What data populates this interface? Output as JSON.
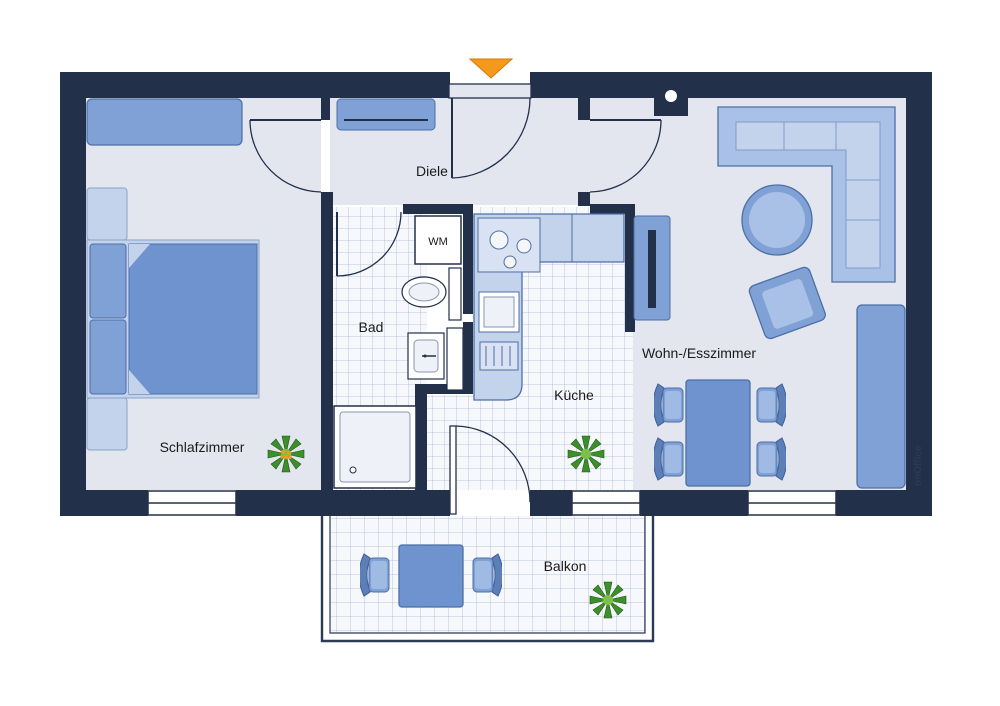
{
  "rooms": {
    "diele": "Diele",
    "schlafzimmer": "Schlafzimmer",
    "bad": "Bad",
    "kueche": "Küche",
    "wohnen": "Wohn-/Esszimmer",
    "balkon": "Balkon"
  },
  "appliances": {
    "washing_machine": "WM"
  },
  "logo": {
    "text": "onOffice"
  },
  "icons": {
    "entrance": "entrance-arrow-icon",
    "plant": "potted-plant-icon",
    "stove": "stove-icon"
  },
  "colors": {
    "wall": "#23304a",
    "floor": "#e3e6ee",
    "tile": "#f7f8fb",
    "tile_grid": "#a9b6d6",
    "furniture": "#7fa1d6",
    "furniture_dark": "#5d7fb8",
    "furniture_light": "#c3d3ec",
    "entrance_arrow": "#f39a1d",
    "plant": "#3a8a2a"
  }
}
